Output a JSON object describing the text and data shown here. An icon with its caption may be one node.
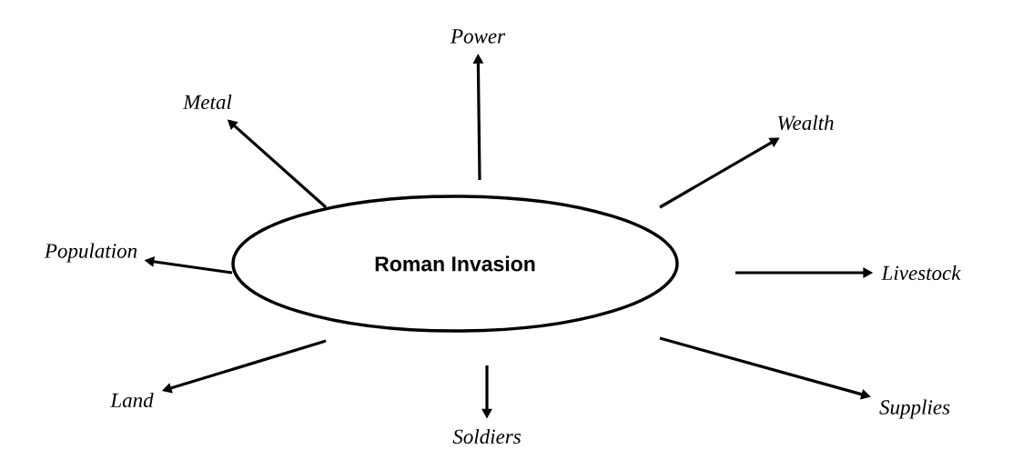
{
  "diagram": {
    "nodes": [
      {
        "text": [
          "Roman Invasion"
        ]
      },
      {
        "text": [
          "Power"
        ]
      },
      {
        "text": [
          "Metal"
        ]
      },
      {
        "text": [
          "Wealth"
        ]
      },
      {
        "text": [
          "Population"
        ]
      },
      {
        "text": [
          "Livestock"
        ]
      },
      {
        "text": [
          "Land"
        ]
      },
      {
        "text": [
          "Soldiers"
        ]
      },
      {
        "text": [
          "Supplies"
        ]
      }
    ],
    "edges": [
      {
        "from": 0,
        "to": 1,
        "arrow": "to"
      },
      {
        "from": 0,
        "to": 2,
        "arrow": "to"
      },
      {
        "from": 0,
        "to": 3,
        "arrow": "to"
      },
      {
        "from": 0,
        "to": 4,
        "arrow": "to"
      },
      {
        "from": 0,
        "to": 5,
        "arrow": "to"
      },
      {
        "from": 0,
        "to": 6,
        "arrow": "to"
      },
      {
        "from": 0,
        "to": 7,
        "arrow": "to"
      },
      {
        "from": 0,
        "to": 8,
        "arrow": "to"
      }
    ]
  }
}
